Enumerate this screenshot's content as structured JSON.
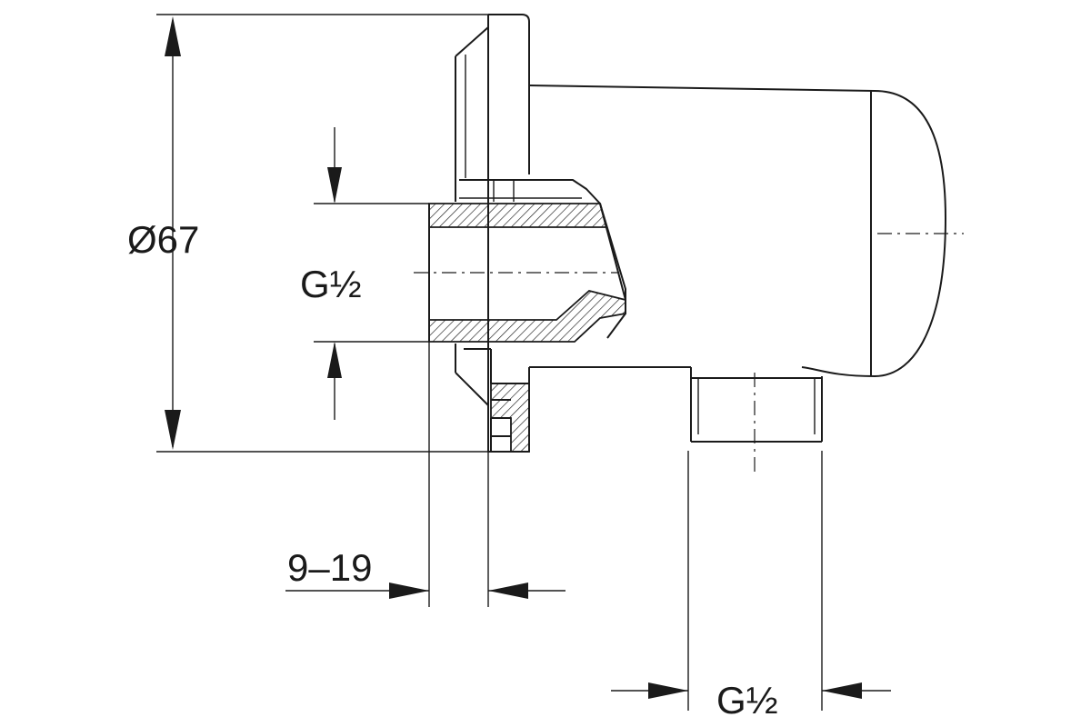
{
  "dimensions": {
    "diameter": "Ø67",
    "inlet_thread": "G½",
    "wall_range": "9–19",
    "outlet_thread": "G½"
  },
  "colors": {
    "line": "#1a1a1a",
    "background": "#ffffff"
  }
}
